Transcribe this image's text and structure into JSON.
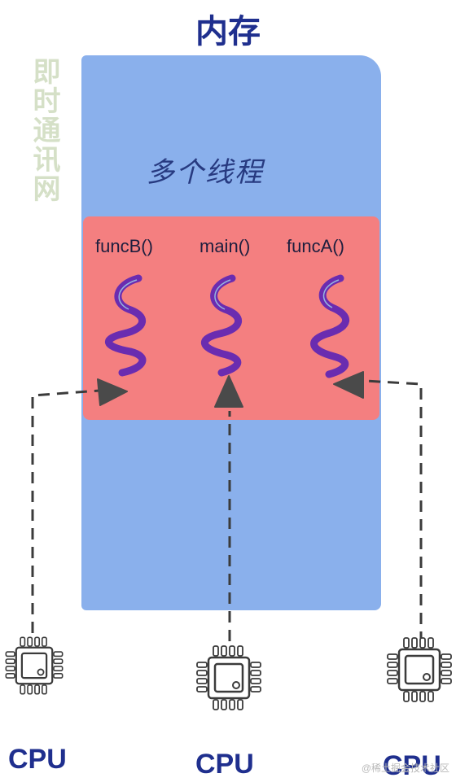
{
  "title": "内存",
  "threads_label": "多个线程",
  "functions": [
    "funcB()",
    "main()",
    "funcA()"
  ],
  "cpus": [
    "CPU",
    "CPU",
    "CPU"
  ],
  "watermark_side": "即时通讯网",
  "watermark_corner": "@稀土掘金技术社区",
  "colors": {
    "memory": "#8ab0ec",
    "thread_zone": "#f47f80",
    "thread_squiggle": "#6a2cb0",
    "title": "#1f2f8e",
    "arrow": "#3b3b3b"
  }
}
